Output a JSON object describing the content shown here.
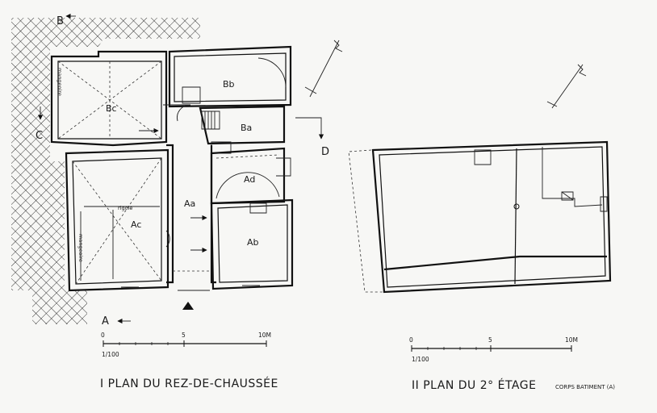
{
  "plan1": {
    "rooms": {
      "bc": "Bc",
      "bb": "Bb",
      "ba": "Ba",
      "ad": "Ad",
      "aa": "Aa",
      "ac": "Ac",
      "ab": "Ab"
    },
    "annotations": {
      "rigole": "rigole",
      "mangeoire_top": "mangeoire",
      "mangeoire_left": "mangeoire"
    },
    "section_markers": {
      "a": "A",
      "b": "B",
      "c": "C",
      "d": "D"
    },
    "scale": {
      "ticks": [
        "0",
        "5",
        "10M"
      ],
      "ratio": "1/100"
    },
    "title": "I  PLAN DU REZ-DE-CHAUSSÉE"
  },
  "plan2": {
    "scale": {
      "ticks": [
        "0",
        "5",
        "10M"
      ],
      "ratio": "1/100"
    },
    "title": "II  PLAN DU 2° ÉTAGE",
    "subtitle": "CORPS BATIMENT (A)"
  },
  "colors": {
    "ink": "#111111",
    "paper": "#f7f7f5"
  }
}
